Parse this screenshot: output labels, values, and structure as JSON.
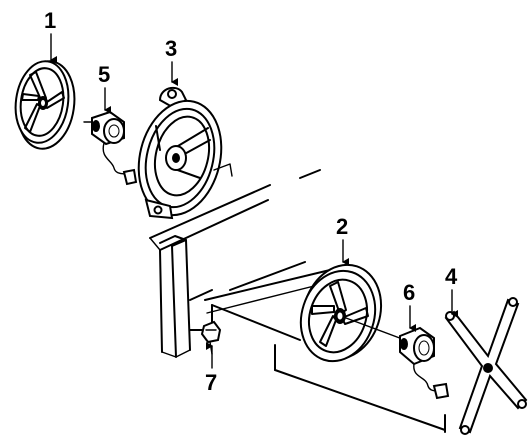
{
  "diagram": {
    "callouts": {
      "fan_left": "1",
      "fan_right": "2",
      "shroud": "3",
      "bracket": "4",
      "motor_left": "5",
      "motor_right": "6",
      "clip": "7"
    },
    "line_color": "#000000",
    "background": "#ffffff"
  }
}
